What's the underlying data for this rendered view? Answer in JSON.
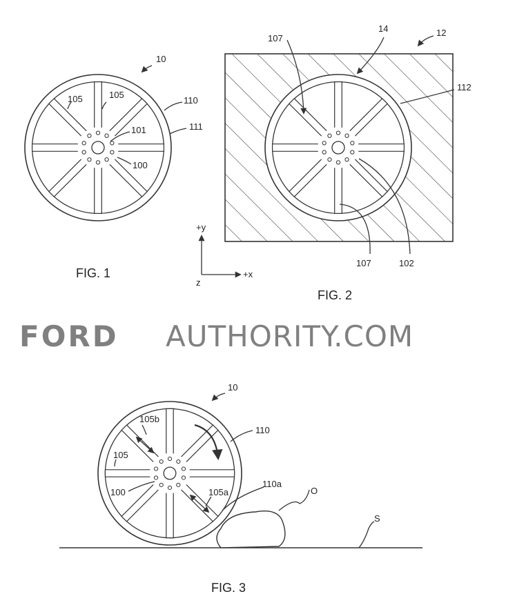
{
  "watermark": {
    "brand_bold": "FORD",
    "brand_rest": "AUTHORITY.COM"
  },
  "fig1": {
    "caption": "FIG. 1",
    "ref_wheel": "10",
    "ref_spoke_a": "105",
    "ref_spoke_b": "105",
    "ref_rim": "110",
    "ref_rim_outer": "111",
    "ref_lug": "101",
    "ref_hub": "100"
  },
  "fig2": {
    "caption": "FIG. 2",
    "ref_assembly": "12",
    "ref_mold": "14",
    "ref_rim": "112",
    "ref_spoke_top": "107",
    "ref_spoke_bottom": "107",
    "ref_hub": "102",
    "axis_y": "+y",
    "axis_x": "+x",
    "axis_z": "z"
  },
  "fig3": {
    "caption": "FIG. 3",
    "ref_wheel": "10",
    "ref_spoke_b": "105b",
    "ref_spoke": "105",
    "ref_rim": "110",
    "ref_rim_contact": "110a",
    "ref_spoke_a": "105a",
    "ref_hub": "100",
    "ref_obstacle": "O",
    "ref_surface": "S"
  }
}
